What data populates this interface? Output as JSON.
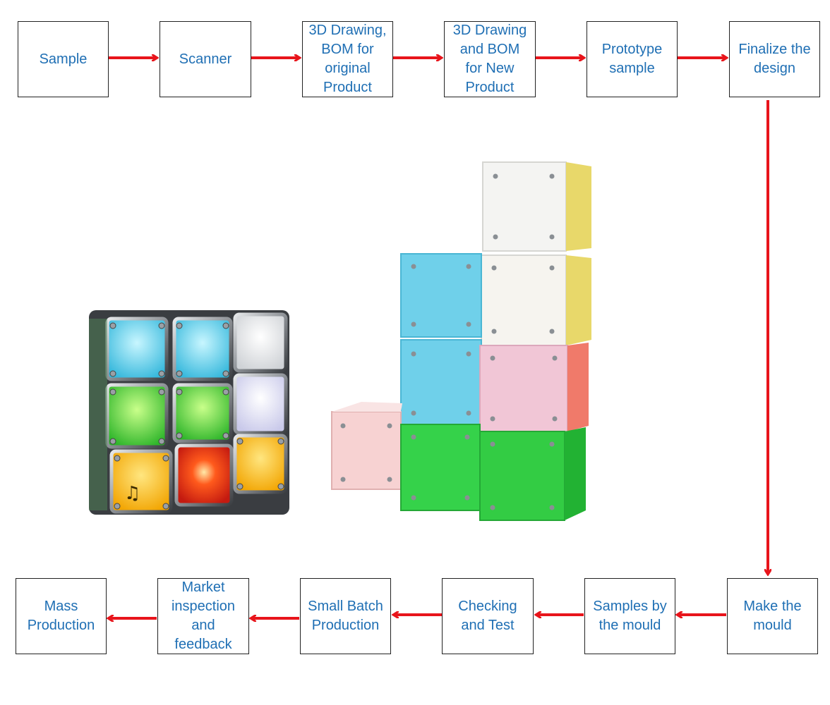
{
  "flow": {
    "top_row": [
      "Sample",
      "Scanner",
      "3D Drawing,\nBOM for\noriginal\nProduct",
      "3D Drawing\nand BOM\nfor New\nProduct",
      "Prototype\nsample",
      "Finalize the\ndesign"
    ],
    "bottom_row": [
      "Mass\nProduction",
      "Market\ninspection\nand\nfeedback",
      "Small Batch\nProduction",
      "Checking\nand Test",
      "Samples by\nthe mould",
      "Make the\nmould"
    ]
  },
  "colors": {
    "arrow": "#e8141b",
    "box_text": "#1f6fb4",
    "box_border": "#222222"
  },
  "illustration": {
    "cube_icon": "music-note-icon"
  }
}
